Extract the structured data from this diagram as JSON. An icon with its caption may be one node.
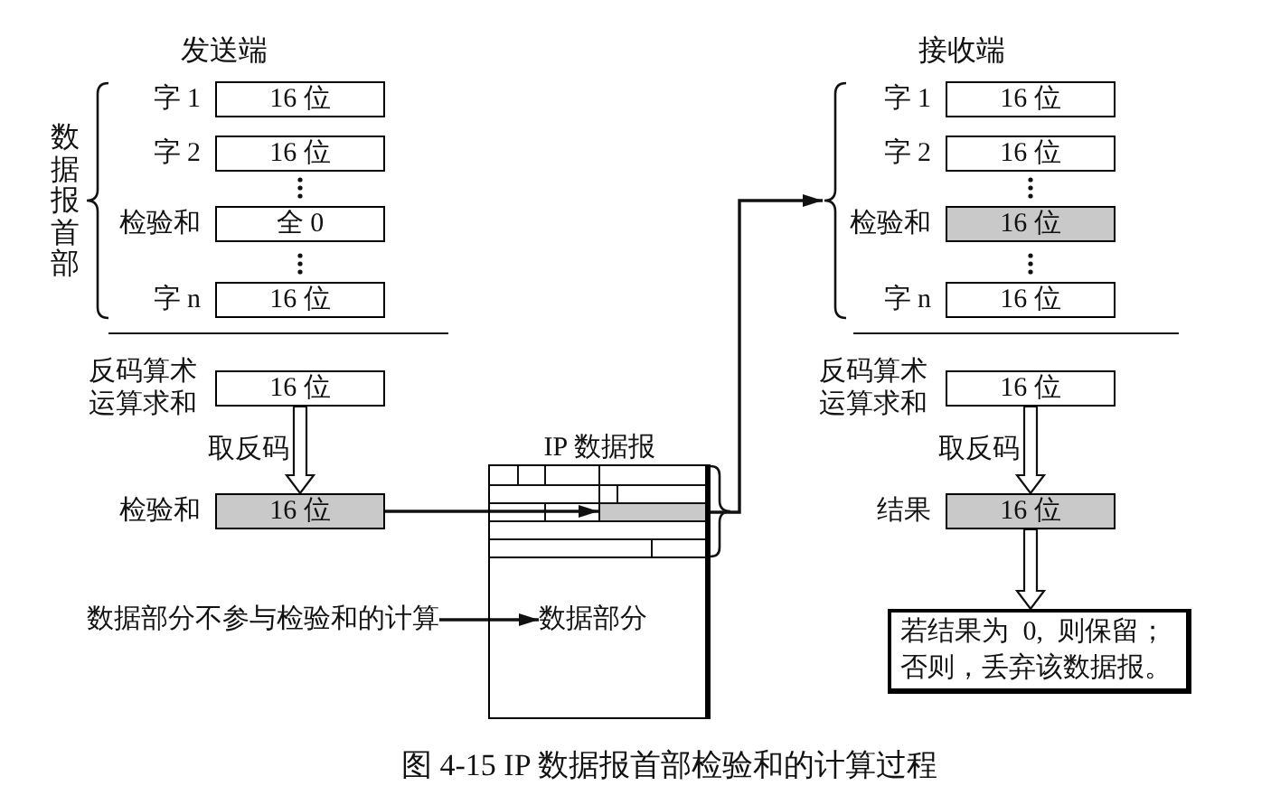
{
  "diagram": {
    "caption": "图 4-15 IP 数据报首部检验和的计算过程",
    "nodes": [
      {
        "text": [
          "16 位"
        ],
        "beside": [
          "字 1"
        ]
      },
      {
        "text": [
          "16 位"
        ],
        "beside": [
          "字 2"
        ]
      },
      {
        "text": [
          "全 0"
        ],
        "beside": [
          "检验和"
        ]
      },
      {
        "text": [
          "16 位"
        ],
        "beside": [
          "字 n"
        ]
      },
      {
        "text": [
          "16 位"
        ],
        "beside": [
          "反码算术运算求和"
        ]
      },
      {
        "text": [
          "16 位"
        ],
        "beside": [
          "检验和"
        ]
      },
      {
        "text": [
          "IP 数据报"
        ]
      },
      {
        "text": [],
        "shape": "box",
        "in": 6
      },
      {
        "text": [],
        "shape": "bar",
        "in": 7
      },
      {
        "text": [
          "数据部分"
        ],
        "in": 6
      },
      {
        "text": [
          "数据部分不参与检验和的计算"
        ]
      },
      {
        "text": [],
        "shape": "brace"
      },
      {
        "text": [
          "16 位"
        ],
        "beside": [
          "字 1"
        ]
      },
      {
        "text": [
          "16 位"
        ],
        "beside": [
          "字 2"
        ]
      },
      {
        "text": [
          "16 位"
        ],
        "beside": [
          "检验和"
        ]
      },
      {
        "text": [
          "16 位"
        ],
        "beside": [
          "字 n"
        ]
      },
      {
        "text": [
          "16 位"
        ],
        "beside": [
          "反码算术运算求和"
        ]
      },
      {
        "text": [
          "16 位"
        ],
        "beside": [
          "结果"
        ]
      },
      {
        "text": [
          "若结果为 0, 则保留；否则，丢弃该数据报。"
        ]
      }
    ],
    "edges": [
      {
        "from": 4,
        "to": 5,
        "arrow": "to",
        "label": "取反码"
      },
      {
        "from": 5,
        "to": 8,
        "arrow": "to"
      },
      {
        "from": 10,
        "to": 9,
        "arrow": "to"
      },
      {
        "from": 7,
        "to": 11,
        "arrow": "to"
      },
      {
        "from": 16,
        "to": 17,
        "arrow": "to",
        "label": "取反码"
      },
      {
        "from": 17,
        "to": 18,
        "arrow": "to"
      }
    ],
    "labels": [
      "发送端",
      "接收端",
      "数据报首部"
    ]
  }
}
